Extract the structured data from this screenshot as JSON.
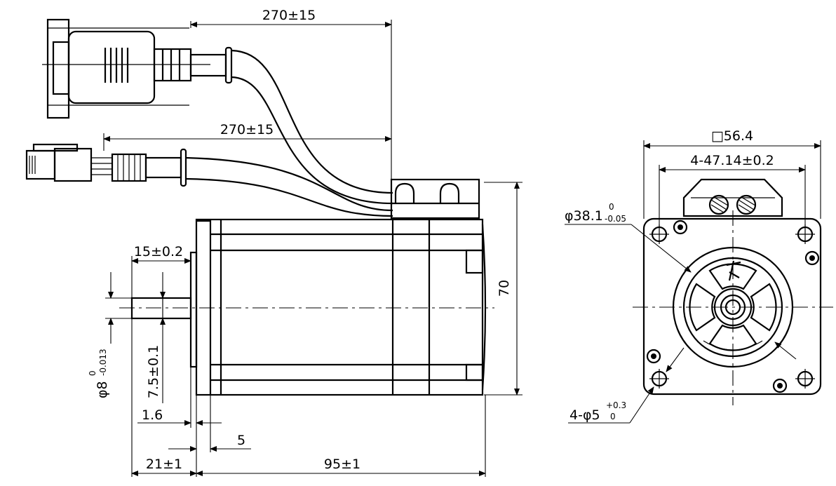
{
  "dimensions": {
    "cable_length_top": "270±15",
    "cable_length_bottom": "270±15",
    "motor_height": "70",
    "shaft_length": "15±0.2",
    "shaft_diameter": {
      "base": "φ8",
      "upper": "0",
      "lower": "-0.013"
    },
    "key_width": "7.5±0.1",
    "flange_thickness": "1.6",
    "pilot_depth": "5",
    "shaft_extension": "21±1",
    "body_length": "95±1",
    "flange_square": "□56.4",
    "bolt_spacing": "4-47.14±0.2",
    "pilot_diameter": {
      "base": "φ38.1",
      "upper": "0",
      "lower": "-0.05"
    },
    "mount_holes": {
      "base": "4-φ5",
      "upper": "+0.3",
      "lower": "0"
    }
  }
}
